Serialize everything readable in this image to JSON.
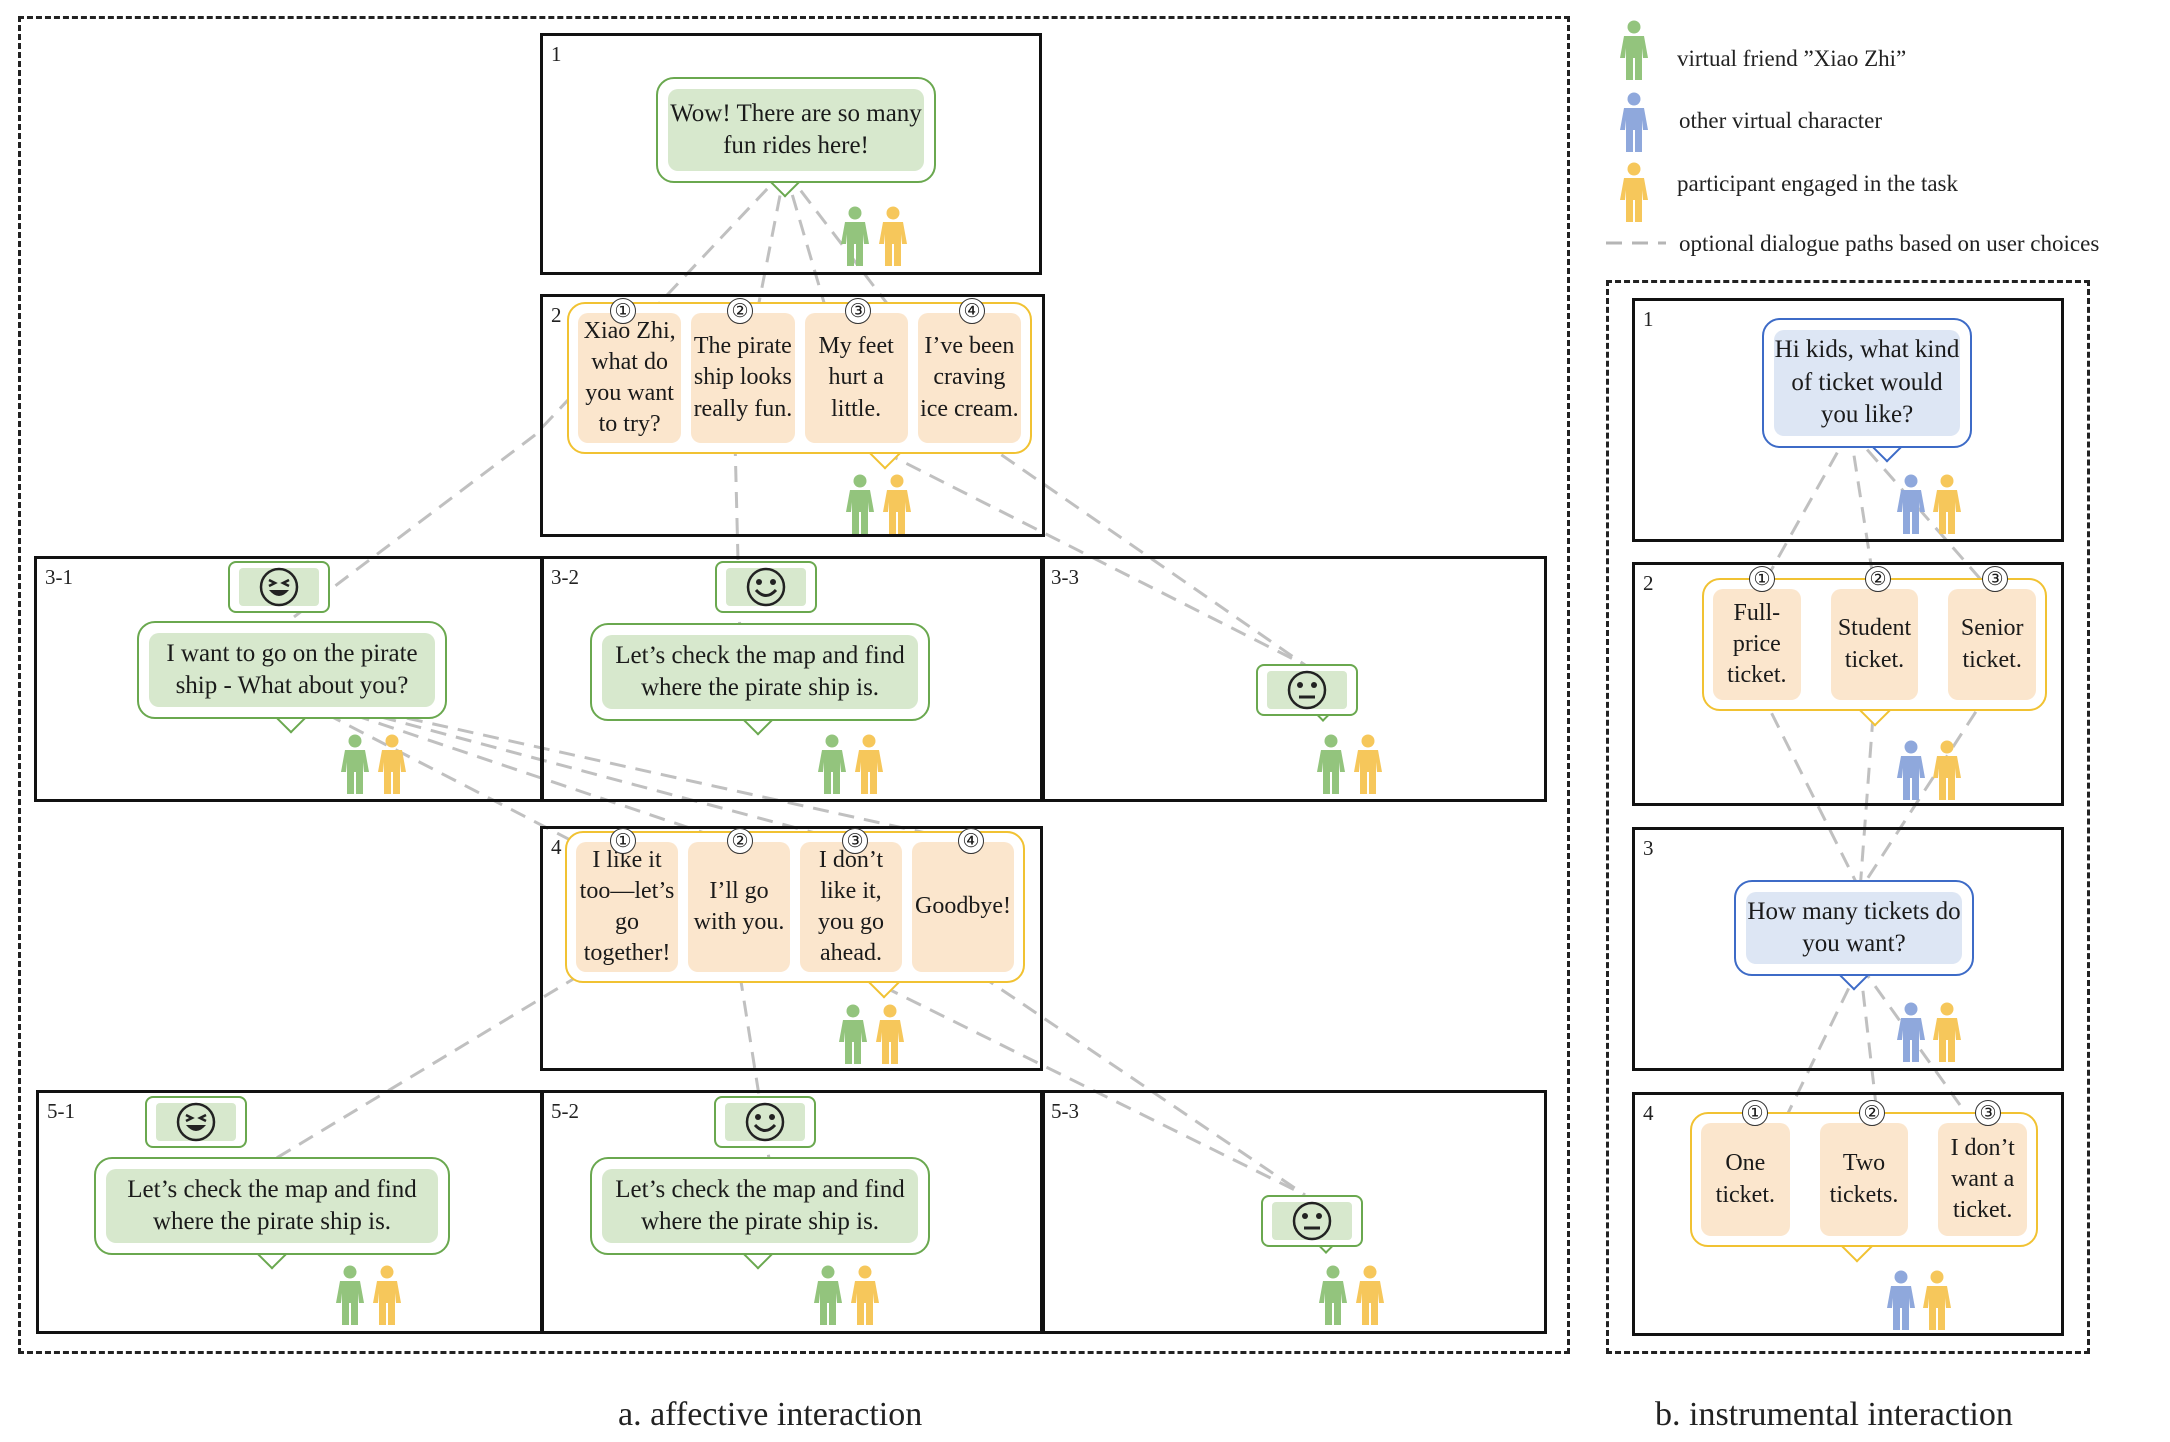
{
  "colors": {
    "green": "#6aa84f",
    "green_fill": "#d7e8cd",
    "blue": "#3d6bc7",
    "blue_fill": "#dde6f4",
    "orange": "#f1c232",
    "orange_fill": "#fbe6cd",
    "person_green": "#93c47d",
    "person_blue": "#8fa8dc",
    "person_yellow": "#f6c75b",
    "dashed_line": "#c0c0c0"
  },
  "legend": {
    "green": "virtual friend ”Xiao Zhi”",
    "blue": "other virtual character",
    "yellow": "participant engaged in the task",
    "dashed": "optional dialogue paths based on user choices"
  },
  "affective": {
    "caption": "a. affective interaction",
    "panels": {
      "p1": {
        "label": "1",
        "bubble": "Wow! There are so many fun rides here!"
      },
      "p2": {
        "label": "2",
        "options": [
          "Xiao Zhi, what do you want to try?",
          "The pirate ship looks really fun.",
          "My feet hurt a little.",
          "I’ve been craving ice cream."
        ],
        "numbers": [
          "①",
          "②",
          "③",
          "④"
        ]
      },
      "p3_1": {
        "label": "3-1",
        "bubble": "I want to go on the pirate ship - What about you?",
        "emoji": "grinning-squint"
      },
      "p3_2": {
        "label": "3-2",
        "bubble": "Let’s check the map and find where the pirate ship is.",
        "emoji": "smile"
      },
      "p3_3": {
        "label": "3-3",
        "emoji": "neutral"
      },
      "p4": {
        "label": "4",
        "options": [
          "I like it too—let’s go together!",
          "I’ll go with you.",
          "I don’t like it, you go ahead.",
          "Goodbye!"
        ],
        "numbers": [
          "①",
          "②",
          "③",
          "④"
        ]
      },
      "p5_1": {
        "label": "5-1",
        "bubble": "Let’s check the map and find where the pirate ship is.",
        "emoji": "grinning-squint"
      },
      "p5_2": {
        "label": "5-2",
        "bubble": "Let’s check the map and find where the pirate ship is.",
        "emoji": "smile"
      },
      "p5_3": {
        "label": "5-3",
        "emoji": "neutral"
      }
    }
  },
  "instrumental": {
    "caption": "b. instrumental interaction",
    "panels": {
      "p1": {
        "label": "1",
        "bubble": "Hi kids, what kind of ticket would you like?"
      },
      "p2": {
        "label": "2",
        "options": [
          "Full-price ticket.",
          "Student ticket.",
          "Senior ticket."
        ],
        "numbers": [
          "①",
          "②",
          "③"
        ]
      },
      "p3": {
        "label": "3",
        "bubble": "How many tickets do you want?"
      },
      "p4": {
        "label": "4",
        "options": [
          "One ticket.",
          "Two tickets.",
          "I don’t want a ticket."
        ],
        "numbers": [
          "①",
          "②",
          "③"
        ]
      }
    }
  }
}
